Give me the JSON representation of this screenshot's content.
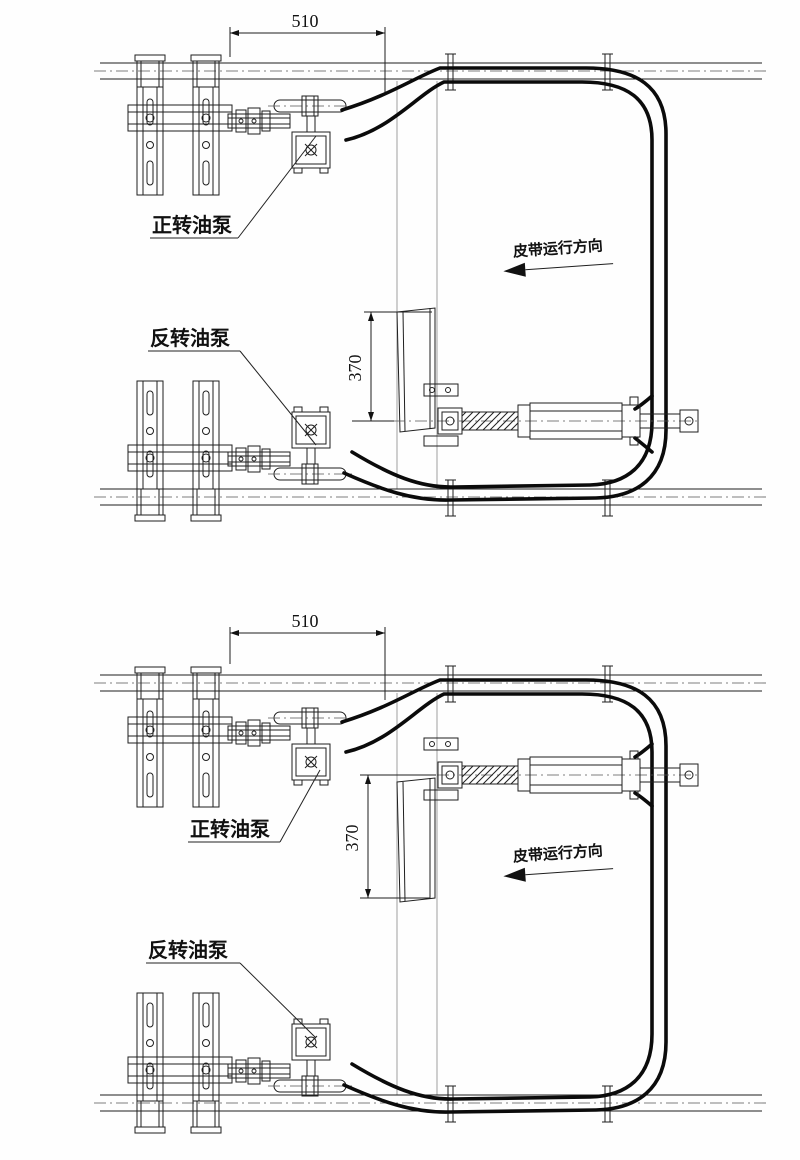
{
  "drawing": {
    "type": "mechanical engineering drawing, belt cleaner hydraulic pump installation, two views"
  },
  "labels": {
    "dim_width": "510",
    "dim_height": "370",
    "forward_pump": "正转油泵",
    "reverse_pump": "反转油泵",
    "belt_direction": "皮带运行方向"
  },
  "colors": {
    "line": "#1f1f1f",
    "hose": "#0b0b0b",
    "centerline": "#555555",
    "background": "#fefefe"
  }
}
